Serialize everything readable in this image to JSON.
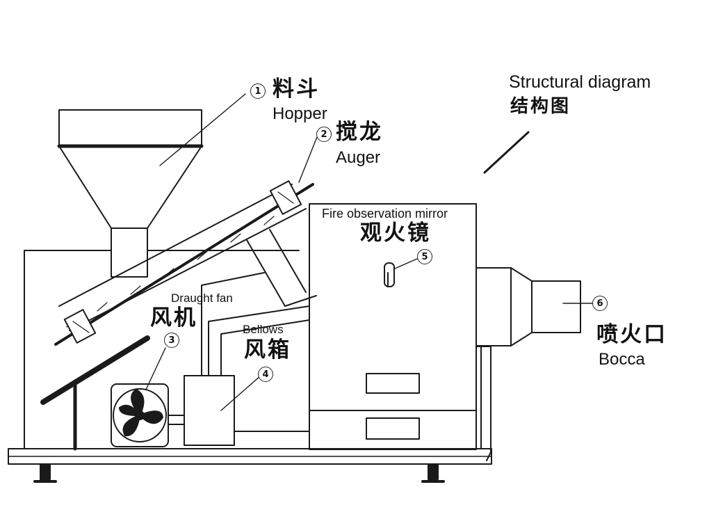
{
  "title": {
    "en": "Structural diagram",
    "cn": "结构图"
  },
  "parts": [
    {
      "id": "hopper",
      "num": "1",
      "cn": "料斗",
      "en": "Hopper"
    },
    {
      "id": "auger",
      "num": "2",
      "cn": "搅龙",
      "en": "Auger"
    },
    {
      "id": "draught-fan",
      "num": "3",
      "cn": "风机",
      "en": "Draught fan"
    },
    {
      "id": "bellows",
      "num": "4",
      "cn": "风箱",
      "en": "Bellows"
    },
    {
      "id": "fire-observation-mirror",
      "num": "5",
      "cn": "观火镜",
      "en": "Fire observation mirror"
    },
    {
      "id": "bocca",
      "num": "6",
      "cn": "喷火口",
      "en": "Bocca"
    }
  ],
  "colors": {
    "line": "#1a1a1a",
    "background": "#ffffff"
  }
}
